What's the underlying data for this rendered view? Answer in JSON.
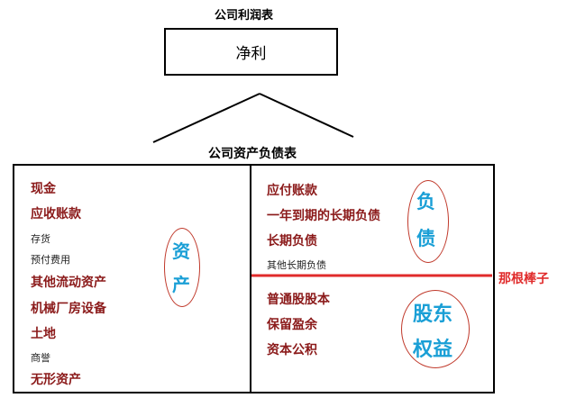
{
  "income_statement": {
    "title": "公司利润表",
    "net_profit": "净利"
  },
  "balance_sheet": {
    "title": "公司资产负债表",
    "assets": {
      "label_chars": [
        "资",
        "产"
      ],
      "items": [
        {
          "text": "现金",
          "size": "big"
        },
        {
          "text": "应收账款",
          "size": "big"
        },
        {
          "text": "存货",
          "size": "small"
        },
        {
          "text": "预付费用",
          "size": "small"
        },
        {
          "text": "其他流动资产",
          "size": "big"
        },
        {
          "text": "机械厂房设备",
          "size": "big"
        },
        {
          "text": "土地",
          "size": "big"
        },
        {
          "text": "商誉",
          "size": "small"
        },
        {
          "text": "无形资产",
          "size": "big"
        }
      ]
    },
    "liabilities": {
      "label_chars": [
        "负",
        "债"
      ],
      "items": [
        {
          "text": "应付账款",
          "size": "big"
        },
        {
          "text": "一年到期的长期负债",
          "size": "big"
        },
        {
          "text": "长期负债",
          "size": "big"
        },
        {
          "text": "其他长期负债",
          "size": "small"
        }
      ]
    },
    "equity": {
      "label_lines": [
        "股东",
        "权益"
      ],
      "items": [
        {
          "text": "普通股股本",
          "size": "big"
        },
        {
          "text": "保留盈余",
          "size": "big"
        },
        {
          "text": "资本公积",
          "size": "big"
        }
      ]
    },
    "stick_label": "那根棒子"
  },
  "colors": {
    "item": "#8b1a1a",
    "oval_text": "#1a9fd6",
    "oval_border": "#c0392b",
    "stick": "#e02b2b"
  }
}
